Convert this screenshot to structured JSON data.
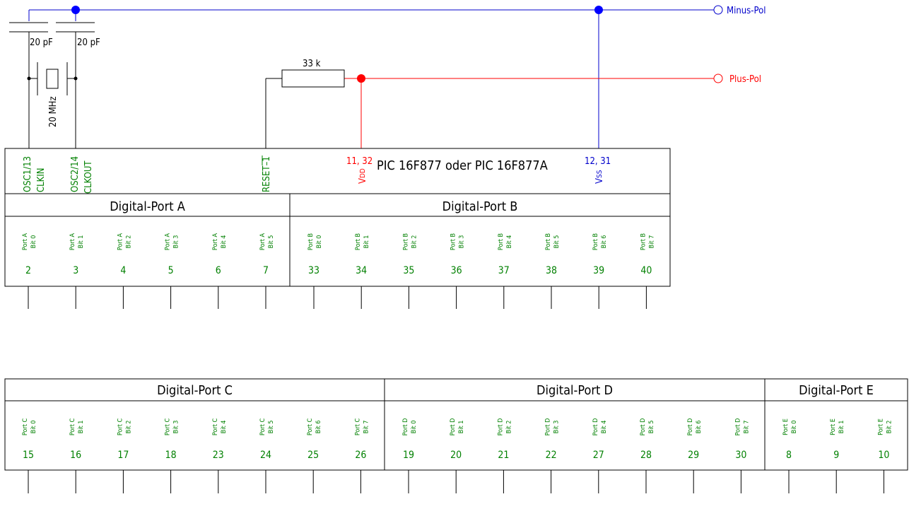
{
  "supply": {
    "minus_label": "Minus-Pol",
    "plus_label": "Plus-Pol",
    "minus_color": "#0000cc",
    "plus_color": "#ff0000",
    "pin_label_color": "#008000"
  },
  "components": {
    "cap1": "20 pF",
    "cap2": "20 pF",
    "crystal": "20 MHz",
    "resistor": "33 k"
  },
  "chip": {
    "title": "PIC 16F877 oder PIC 16F877A",
    "osc1_name": "OSC1/",
    "osc1_pin": "13",
    "osc1_sub": "CLKIN",
    "osc2_name": "OSC2/",
    "osc2_pin": "14",
    "osc2_sub": "CLKOUT",
    "reset_name": "RESET",
    "reset_pin": "1",
    "vdd_pins": "11, 32",
    "vdd_label": "V",
    "vdd_sub": "DD",
    "vss_pins": "12, 31",
    "vss_label": "V",
    "vss_sub": "SS"
  },
  "ports": [
    {
      "title": "Digital-Port A",
      "bits": [
        {
          "line1": "Port A",
          "line2": "Bit 0",
          "pin": "2"
        },
        {
          "line1": "Port A",
          "line2": "Bit 1",
          "pin": "3"
        },
        {
          "line1": "Port A",
          "line2": "Bit 2",
          "pin": "4"
        },
        {
          "line1": "Port A",
          "line2": "Bit 3",
          "pin": "5"
        },
        {
          "line1": "Port A",
          "line2": "Bit 4",
          "pin": "6"
        },
        {
          "line1": "Port A",
          "line2": "Bit 5",
          "pin": "7"
        }
      ]
    },
    {
      "title": "Digital-Port B",
      "bits": [
        {
          "line1": "Port B",
          "line2": "Bit 0",
          "pin": "33"
        },
        {
          "line1": "Port B",
          "line2": "Bit 1",
          "pin": "34"
        },
        {
          "line1": "Port B",
          "line2": "Bit 2",
          "pin": "35"
        },
        {
          "line1": "Port B",
          "line2": "Bit 3",
          "pin": "36"
        },
        {
          "line1": "Port B",
          "line2": "Bit 4",
          "pin": "37"
        },
        {
          "line1": "Port B",
          "line2": "Bit 5",
          "pin": "38"
        },
        {
          "line1": "Port B",
          "line2": "Bit 6",
          "pin": "39"
        },
        {
          "line1": "Port B",
          "line2": "Bit 7",
          "pin": "40"
        }
      ]
    },
    {
      "title": "Digital-Port C",
      "bits": [
        {
          "line1": "Port C",
          "line2": "Bit 0",
          "pin": "15"
        },
        {
          "line1": "Port C",
          "line2": "Bit 1",
          "pin": "16"
        },
        {
          "line1": "Port C",
          "line2": "Bit 2",
          "pin": "17"
        },
        {
          "line1": "Port C",
          "line2": "Bit 3",
          "pin": "18"
        },
        {
          "line1": "Port C",
          "line2": "Bit 4",
          "pin": "23"
        },
        {
          "line1": "Port C",
          "line2": "Bit 5",
          "pin": "24"
        },
        {
          "line1": "Port C",
          "line2": "Bit 6",
          "pin": "25"
        },
        {
          "line1": "Port C",
          "line2": "Bit 7",
          "pin": "26"
        }
      ]
    },
    {
      "title": "Digital-Port D",
      "bits": [
        {
          "line1": "Port D",
          "line2": "Bit 0",
          "pin": "19"
        },
        {
          "line1": "Port D",
          "line2": "Bit 1",
          "pin": "20"
        },
        {
          "line1": "Port D",
          "line2": "Bit 2",
          "pin": "21"
        },
        {
          "line1": "Port D",
          "line2": "Bit 3",
          "pin": "22"
        },
        {
          "line1": "Port D",
          "line2": "Bit 4",
          "pin": "27"
        },
        {
          "line1": "Port D",
          "line2": "Bit 5",
          "pin": "28"
        },
        {
          "line1": "Port D",
          "line2": "Bit 6",
          "pin": "29"
        },
        {
          "line1": "Port D",
          "line2": "Bit 7",
          "pin": "30"
        }
      ]
    },
    {
      "title": "Digital-Port E",
      "bits": [
        {
          "line1": "Port E",
          "line2": "Bit 0",
          "pin": "8"
        },
        {
          "line1": "Port E",
          "line2": "Bit 1",
          "pin": "9"
        },
        {
          "line1": "Port E",
          "line2": "Bit 2",
          "pin": "10"
        }
      ]
    }
  ]
}
